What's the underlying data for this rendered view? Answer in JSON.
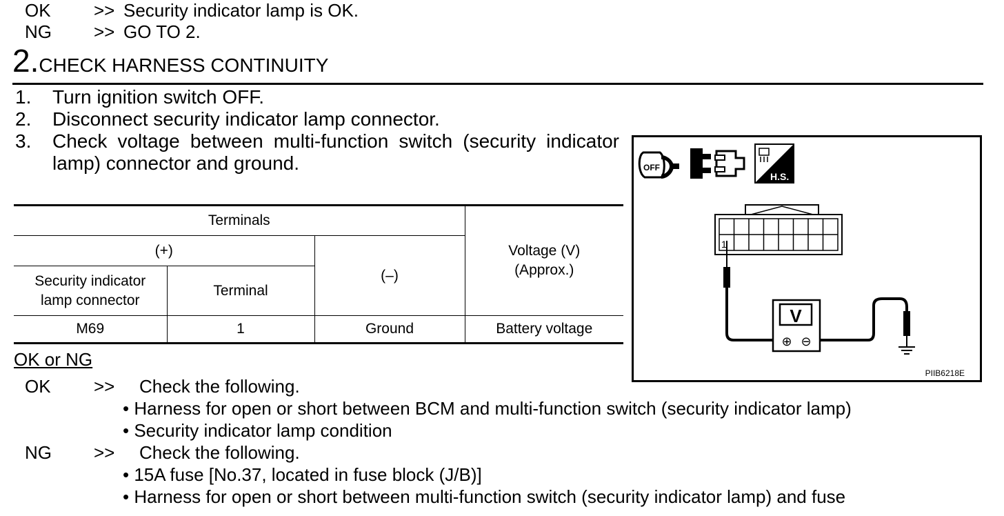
{
  "prev_result": {
    "ok": {
      "label": "OK",
      "arrow": ">>",
      "text": "Security indicator lamp is OK."
    },
    "ng": {
      "label": "NG",
      "arrow": ">>",
      "text": "GO TO 2."
    }
  },
  "step": {
    "number": "2.",
    "title": "CHECK HARNESS CONTINUITY"
  },
  "instructions": [
    {
      "num": "1.",
      "text": "Turn ignition switch OFF."
    },
    {
      "num": "2.",
      "text": "Disconnect security indicator lamp connector."
    },
    {
      "num": "3.",
      "text": "Check voltage between multi-function switch (security indicator",
      "text2": "lamp) connector and ground."
    }
  ],
  "table": {
    "terminals": "Terminals",
    "plus": "(+)",
    "minus": "(–)",
    "connector_hdr_1": "Security indicator",
    "connector_hdr_2": "lamp connector",
    "terminal_hdr": "Terminal",
    "voltage_hdr_1": "Voltage (V)",
    "voltage_hdr_2": "(Approx.)",
    "row": {
      "connector": "M69",
      "terminal": "1",
      "minus": "Ground",
      "voltage": "Battery voltage"
    }
  },
  "figure": {
    "icon_key": "OFF",
    "icon_hs": "H.S.",
    "pin_label": "1",
    "meter_label": "V",
    "plus_sign": "⊕",
    "minus_sign": "⊖",
    "code": "PIIB6218E"
  },
  "result": {
    "heading": "OK or NG",
    "ok": {
      "label": "OK",
      "arrow": ">>",
      "text": "Check the following.",
      "items": [
        "Harness for open or short between BCM and multi-function switch (security indicator lamp)",
        "Security indicator lamp condition"
      ]
    },
    "ng": {
      "label": "NG",
      "arrow": ">>",
      "text": "Check the following.",
      "items": [
        "15A fuse [No.37, located in fuse block (J/B)]",
        "Harness for open or short between multi-function switch (security indicator lamp) and fuse"
      ]
    }
  }
}
